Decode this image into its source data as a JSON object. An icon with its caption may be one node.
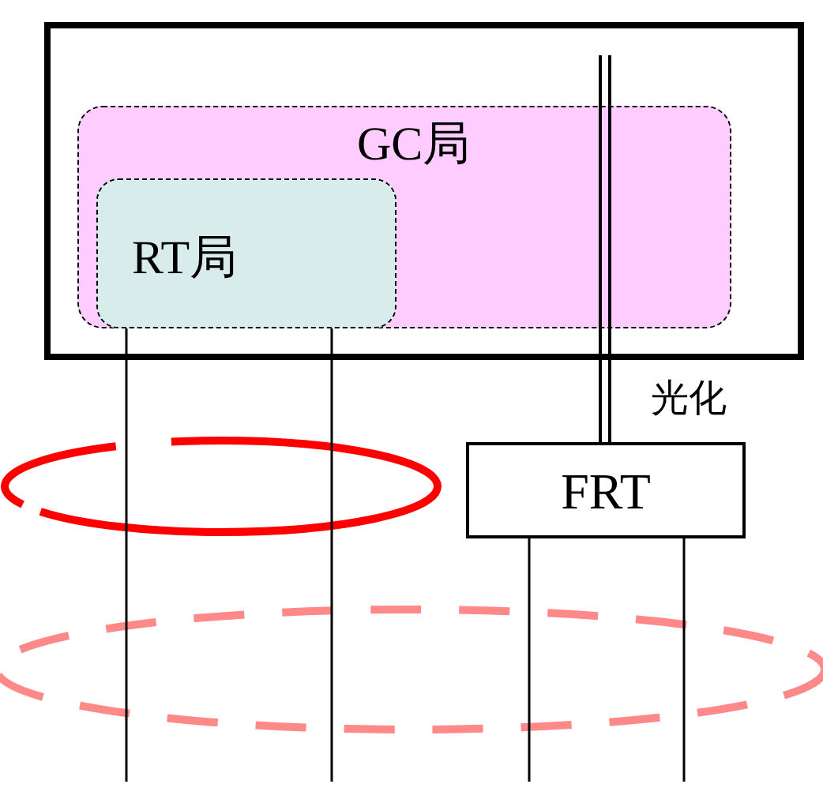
{
  "diagram": {
    "nodes": [
      {
        "text": [],
        "shape": "box"
      },
      {
        "text": [
          "GC局"
        ],
        "in": 0
      },
      {
        "text": [
          "RT局"
        ],
        "in": 1
      },
      {
        "text": [
          "FRT"
        ]
      },
      {
        "text": [],
        "shape": "ellipse"
      },
      {
        "text": [],
        "shape": "ellipse"
      }
    ],
    "edges": [
      {
        "from": 0,
        "to": 3,
        "arrow": "none",
        "label": "光化"
      },
      {
        "from": 0,
        "to": 3,
        "arrow": "none"
      },
      {
        "from": 2,
        "to": null,
        "arrow": "none"
      },
      {
        "from": 2,
        "to": null,
        "arrow": "none"
      },
      {
        "from": 3,
        "to": null,
        "arrow": "none"
      },
      {
        "from": 3,
        "to": null,
        "arrow": "none"
      }
    ]
  }
}
